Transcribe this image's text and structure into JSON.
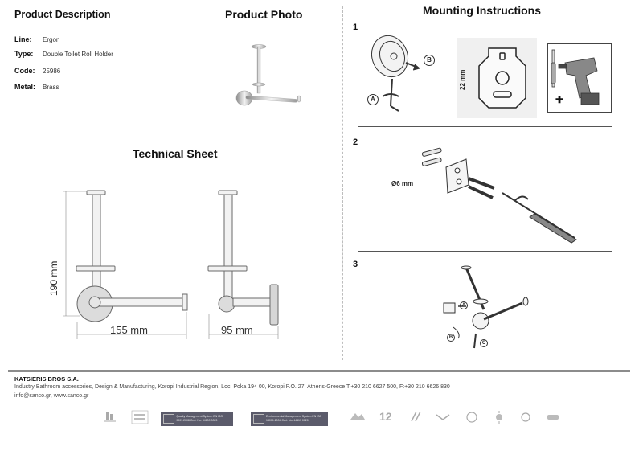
{
  "headings": {
    "product_description": "Product Description",
    "product_photo": "Product Photo",
    "mounting_instructions": "Mounting Instructions",
    "technical_sheet": "Technical Sheet"
  },
  "specs": [
    {
      "key": "Line:",
      "value": "Ergon"
    },
    {
      "key": "Type:",
      "value": "Double Toilet Roll Holder"
    },
    {
      "key": "Code:",
      "value": "25986"
    },
    {
      "key": "Metal:",
      "value": "Brass"
    }
  ],
  "technical": {
    "height": "190 mm",
    "width_front": "155 mm",
    "width_side": "95 mm"
  },
  "mounting": {
    "steps": [
      "1",
      "2",
      "3"
    ],
    "label_a": "A",
    "label_b": "B",
    "label_c": "C",
    "dim_22": "22 mm",
    "dim_6": "Ø6 mm"
  },
  "footer": {
    "company": "KATSIERIS BROS S.A.",
    "address": "Industry Bathroom accessories, Design & Manufacturing, Koropi Industrial Region, Loc: Poka 194 00, Koropi P.O. 27. Athens-Greece   T:+30 210 6627 500, F:+30 210 6626 830",
    "contact": "info@sanco.gr, www.sanco.gr",
    "cert1": "Quality Management System EN ISO 9001:2008 Cert. No: 04100 0023",
    "cert2": "Environmental Management System EN ISO 14001:2004 Cert. No: 44117 0020",
    "warranty": "12"
  }
}
